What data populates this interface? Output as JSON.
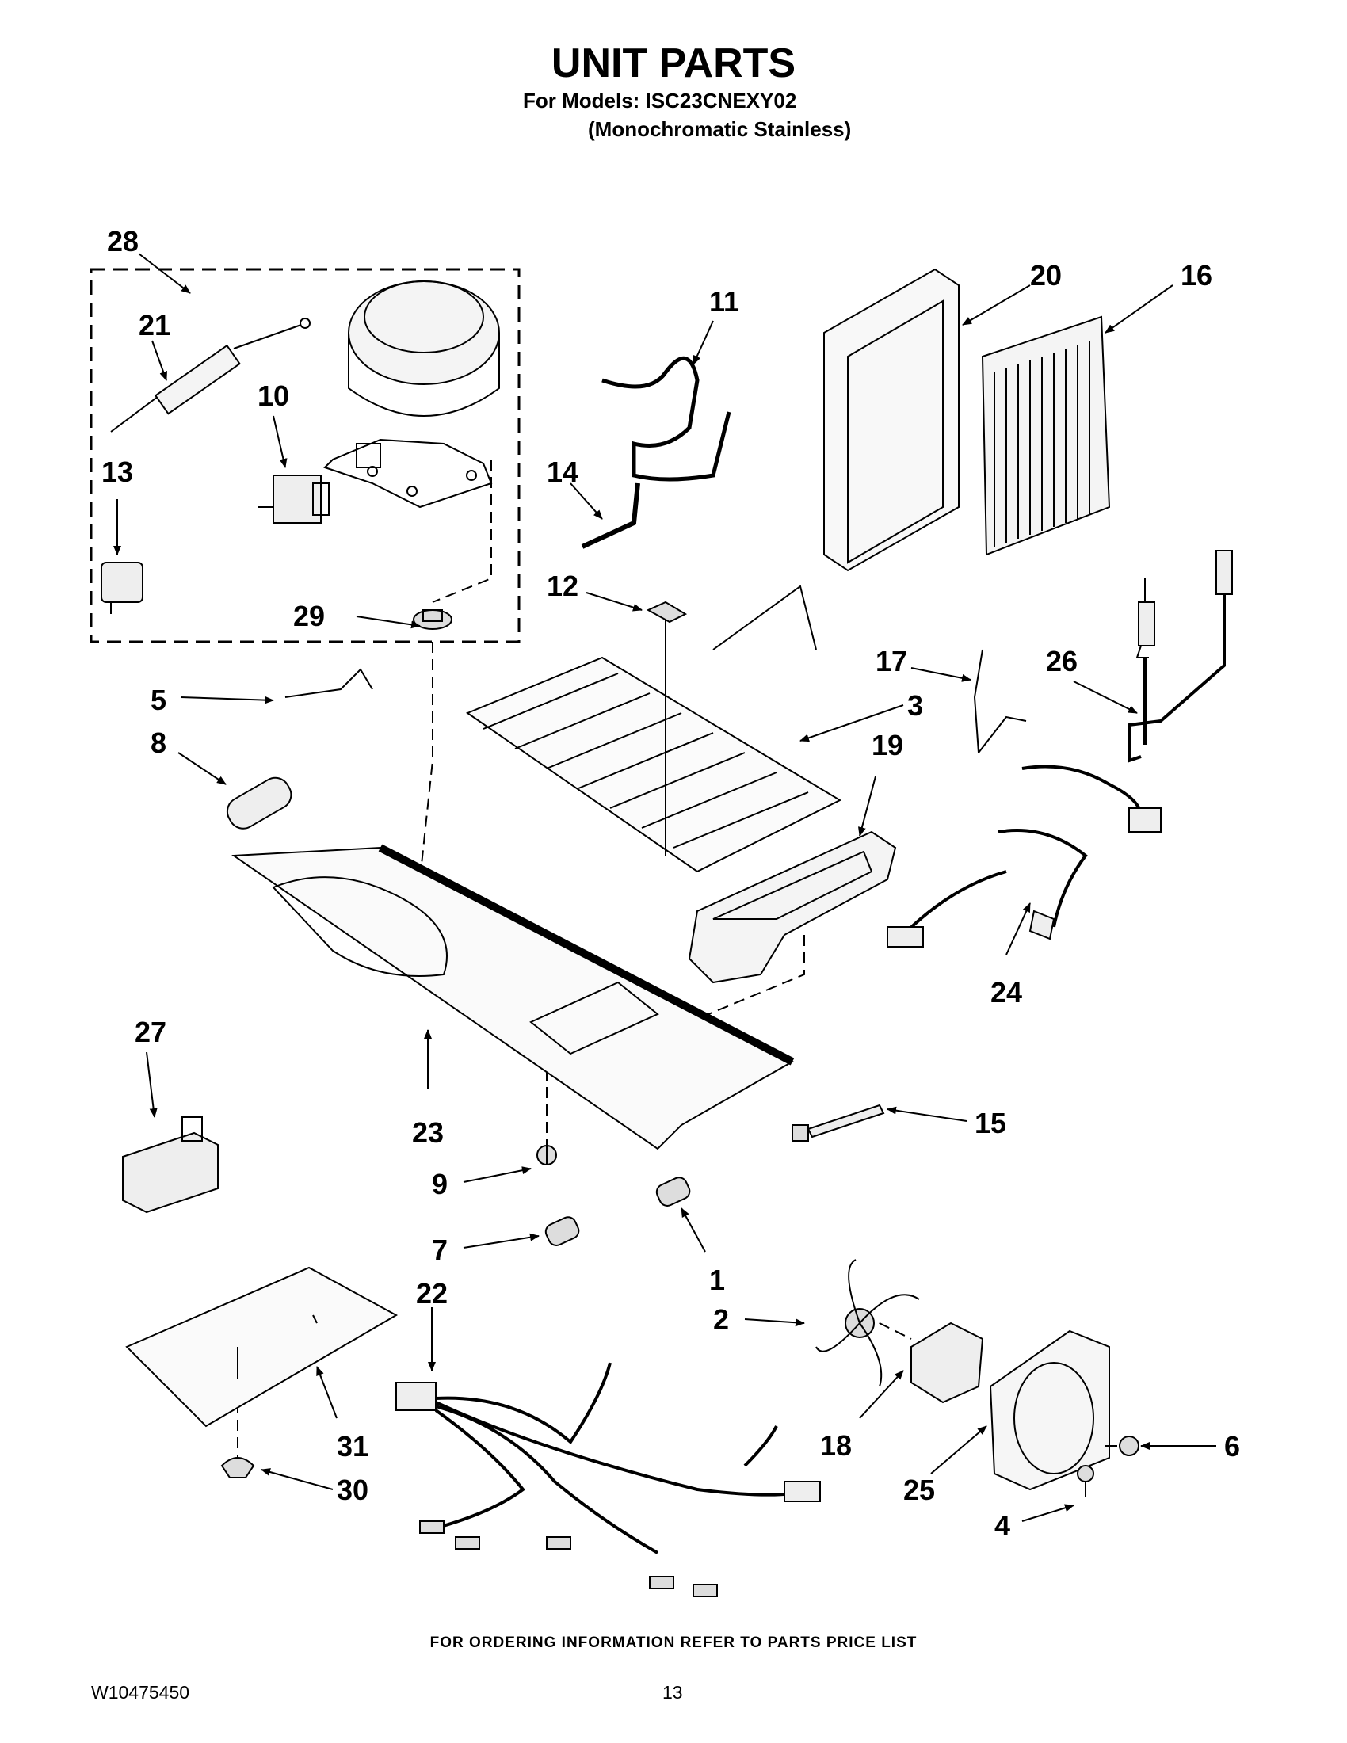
{
  "header": {
    "title": "UNIT PARTS",
    "models_line": "For Models: ISC23CNEXY02",
    "variant_line": "(Monochromatic Stainless)"
  },
  "callouts": {
    "c1": "1",
    "c2": "2",
    "c3": "3",
    "c4": "4",
    "c5": "5",
    "c6": "6",
    "c7": "7",
    "c8": "8",
    "c9": "9",
    "c10": "10",
    "c11": "11",
    "c12": "12",
    "c13": "13",
    "c14": "14",
    "c15": "15",
    "c16": "16",
    "c17": "17",
    "c18": "18",
    "c19": "19",
    "c20": "20",
    "c21": "21",
    "c22": "22",
    "c23": "23",
    "c24": "24",
    "c25": "25",
    "c26": "26",
    "c27": "27",
    "c28": "28",
    "c29": "29",
    "c30": "30",
    "c31": "31"
  },
  "footer": {
    "ordering_note": "FOR ORDERING INFORMATION REFER TO PARTS PRICE LIST",
    "document_number": "W10475450",
    "page_number": "13"
  }
}
